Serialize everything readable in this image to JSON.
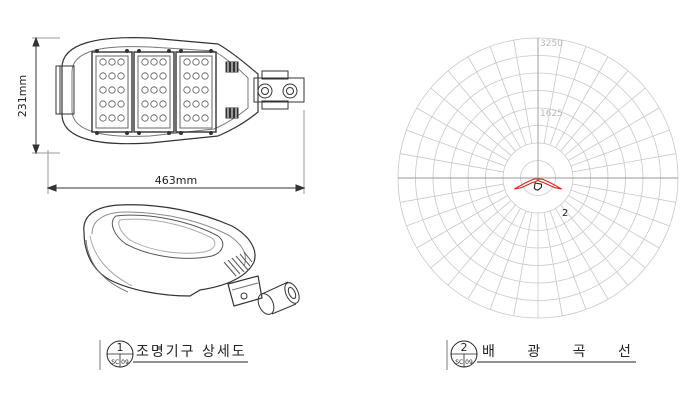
{
  "left_panel": {
    "dim_height": "231mm",
    "dim_width": "463mm",
    "caption": {
      "number": "1",
      "sheet": "SC 09",
      "title": "조명기구 상세도"
    }
  },
  "right_panel": {
    "caption": {
      "number": "2",
      "sheet": "SC 09",
      "title": "배 광 곡 선"
    },
    "chart_data": {
      "type": "polar",
      "radial_ticks": [
        "1625",
        "3250",
        "4875",
        "6500"
      ],
      "radial_max": 6500,
      "curve_label": "2",
      "series": [
        {
          "color": "#e02020",
          "points": [
            [
              -75,
              200
            ],
            [
              -70,
              450
            ],
            [
              -68,
              700
            ],
            [
              -66,
              1000
            ],
            [
              -65,
              1200
            ],
            [
              -60,
              900
            ],
            [
              -50,
              300
            ],
            [
              -40,
              250
            ],
            [
              -20,
              150
            ],
            [
              0,
              100
            ],
            [
              20,
              150
            ],
            [
              40,
              250
            ],
            [
              50,
              300
            ],
            [
              60,
              900
            ],
            [
              65,
              1200
            ],
            [
              66,
              1000
            ],
            [
              68,
              700
            ],
            [
              70,
              450
            ],
            [
              75,
              200
            ]
          ]
        },
        {
          "color": "#222222",
          "points": [
            [
              -30,
              270
            ],
            [
              -20,
              500
            ],
            [
              -10,
              550
            ],
            [
              0,
              560
            ],
            [
              10,
              500
            ],
            [
              20,
              450
            ],
            [
              30,
              330
            ]
          ]
        }
      ]
    }
  },
  "colors": {
    "line": "#333333",
    "grid": "#c8c8c8",
    "curve_red": "#e02020",
    "curve_black": "#222222"
  }
}
